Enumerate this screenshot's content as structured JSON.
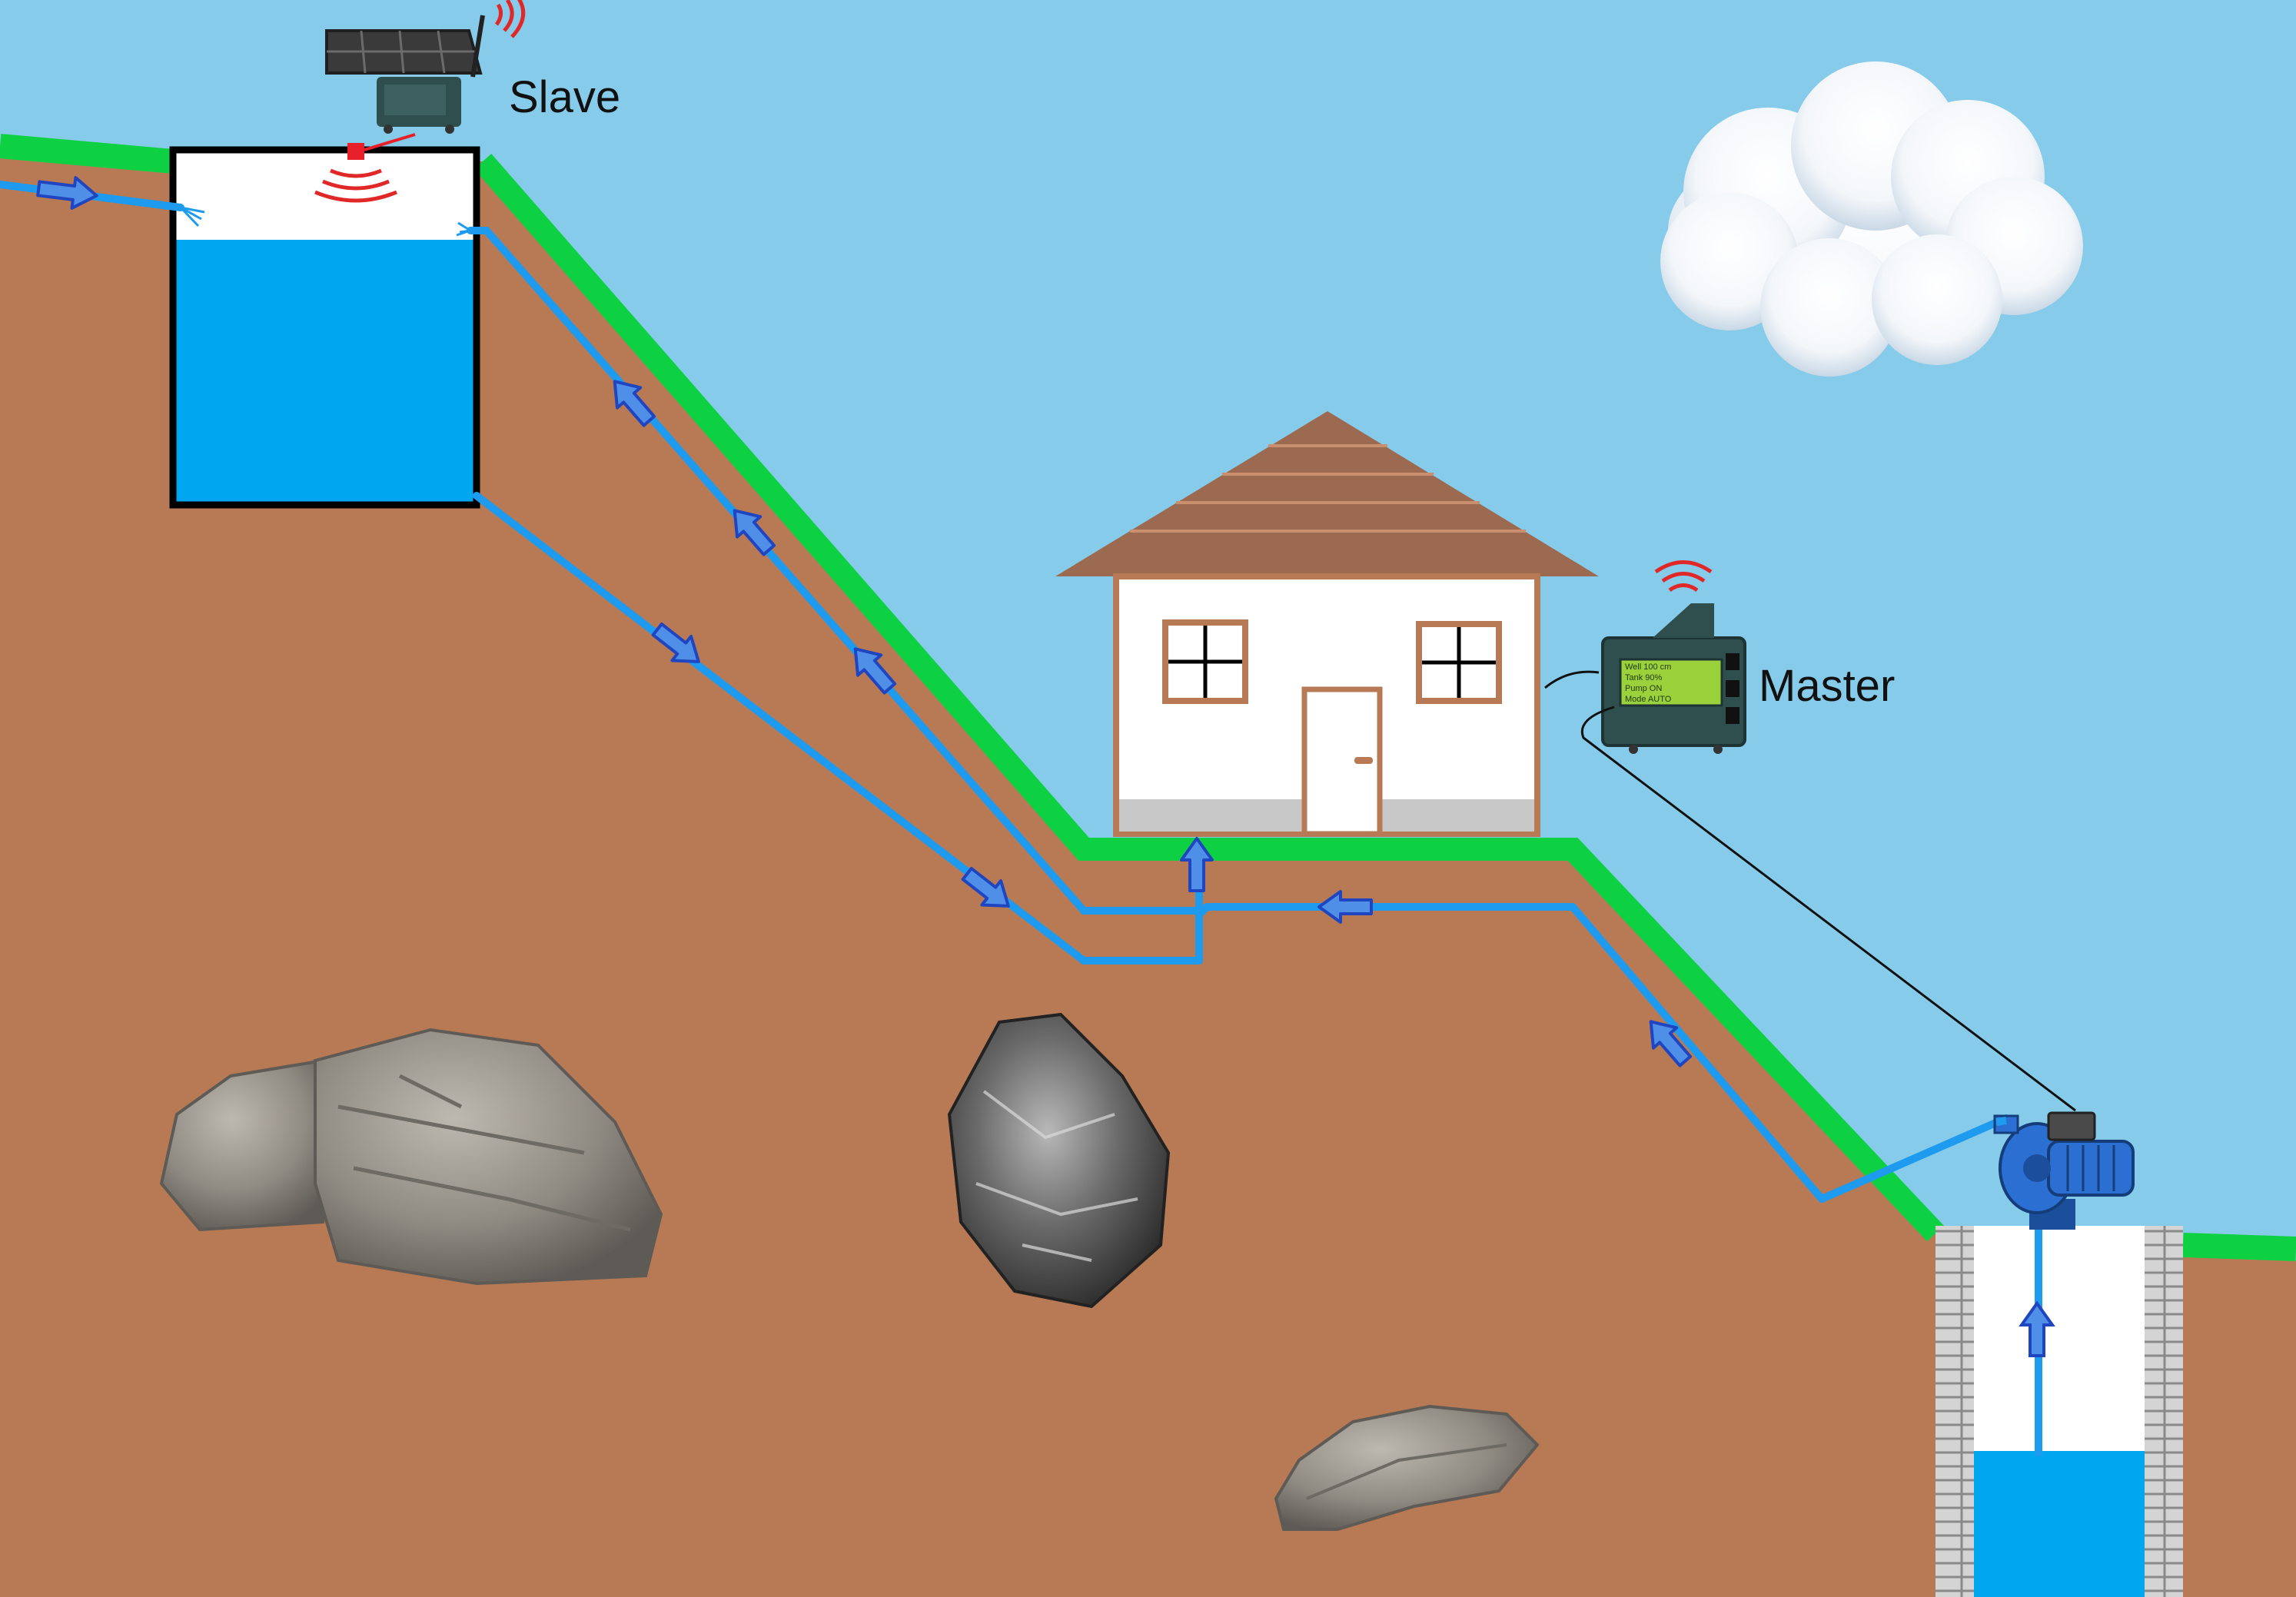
{
  "labels": {
    "slave": "Slave",
    "master": "Master"
  },
  "lcd": {
    "line1": "Well 100 cm",
    "line2": "Tank 90%",
    "line3": "Pump ON",
    "line4": "Mode AUTO"
  },
  "colors": {
    "sky": "#86CCEA",
    "soil": "#B77A55",
    "grass": "#0DD143",
    "water": "#00A6EF",
    "pipe": "#1E9BEE",
    "arrow_fill": "#4F8FE8",
    "arrow_stroke": "#1F45C0",
    "tank_outline": "#000000",
    "roof": "#9C6A50",
    "wall": "#FFFFFF",
    "house_trim": "#B77A55",
    "device": "#2F4F4F",
    "lcd": "#9BD13A",
    "signal": "#E02828",
    "sensor": "#E8202A",
    "brick": "#D4D4D4",
    "rock": "#8C8880",
    "cloud": "#FFFFFF"
  },
  "icons": {
    "slave_device": "solar-wireless-sensor-icon",
    "master_device": "lcd-controller-icon",
    "pump": "water-pump-icon",
    "signal": "wifi-signal-icon"
  }
}
